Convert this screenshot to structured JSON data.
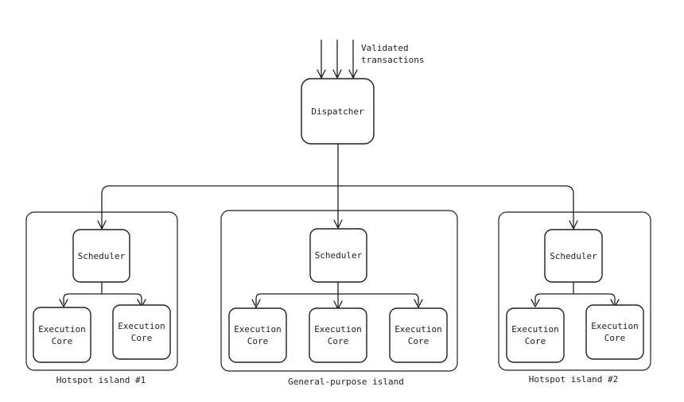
{
  "input": {
    "label_line1": "Validated",
    "label_line2": "transactions"
  },
  "dispatcher": {
    "label": "Dispatcher"
  },
  "islands": [
    {
      "label": "Hotspot island #1",
      "scheduler": "Scheduler",
      "cores": [
        {
          "line1": "Execution",
          "line2": "Core"
        },
        {
          "line1": "Execution",
          "line2": "Core"
        }
      ]
    },
    {
      "label": "General-purpose island",
      "scheduler": "Scheduler",
      "cores": [
        {
          "line1": "Execution",
          "line2": "Core"
        },
        {
          "line1": "Execution",
          "line2": "Core"
        },
        {
          "line1": "Execution",
          "line2": "Core"
        }
      ]
    },
    {
      "label": "Hotspot island #2",
      "scheduler": "Scheduler",
      "cores": [
        {
          "line1": "Execution",
          "line2": "Core"
        },
        {
          "line1": "Execution",
          "line2": "Core"
        }
      ]
    }
  ]
}
